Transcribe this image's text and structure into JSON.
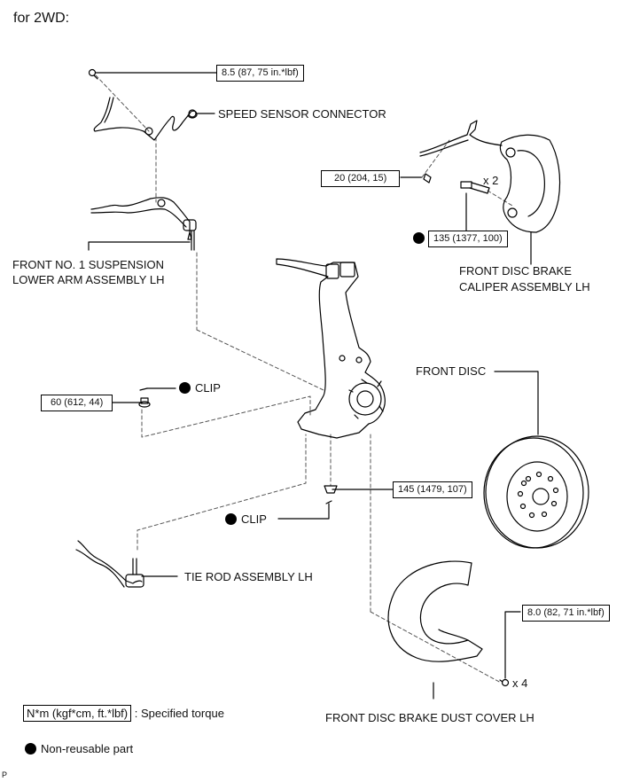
{
  "diagram": {
    "title": "for 2WD:",
    "page_mark": "P",
    "parts": {
      "speed_sensor_connector": "SPEED SENSOR CONNECTOR",
      "lower_arm": [
        "FRONT NO. 1 SUSPENSION",
        "LOWER ARM ASSEMBLY LH"
      ],
      "caliper": [
        "FRONT DISC BRAKE",
        "CALIPER ASSEMBLY LH"
      ],
      "front_disc": "FRONT DISC",
      "tie_rod": "TIE ROD ASSEMBLY LH",
      "dust_cover": "FRONT DISC BRAKE DUST COVER LH",
      "clip_upper": "CLIP",
      "clip_lower": "CLIP"
    },
    "torques": {
      "sensor_bolt": "8.5 (87, 75 in.*lbf)",
      "bracket_bolt": "20 (204, 15)",
      "caliper_bolt": "135 (1377, 100)",
      "tie_rod_nut": "60 (612, 44)",
      "ball_joint_nut": "145 (1479, 107)",
      "dust_cover_bolt": "8.0 (82, 71 in.*lbf)"
    },
    "quantities": {
      "caliper_bolt": "x 2",
      "dust_cover_bolt": "x 4"
    },
    "non_reusable": [
      "caliper_bolt",
      "clip_upper",
      "clip_lower"
    ],
    "legend": {
      "torque_box": "N*m (kgf*cm, ft.*lbf)",
      "torque_desc": ": Specified torque",
      "non_reusable": "Non-reusable part"
    }
  }
}
